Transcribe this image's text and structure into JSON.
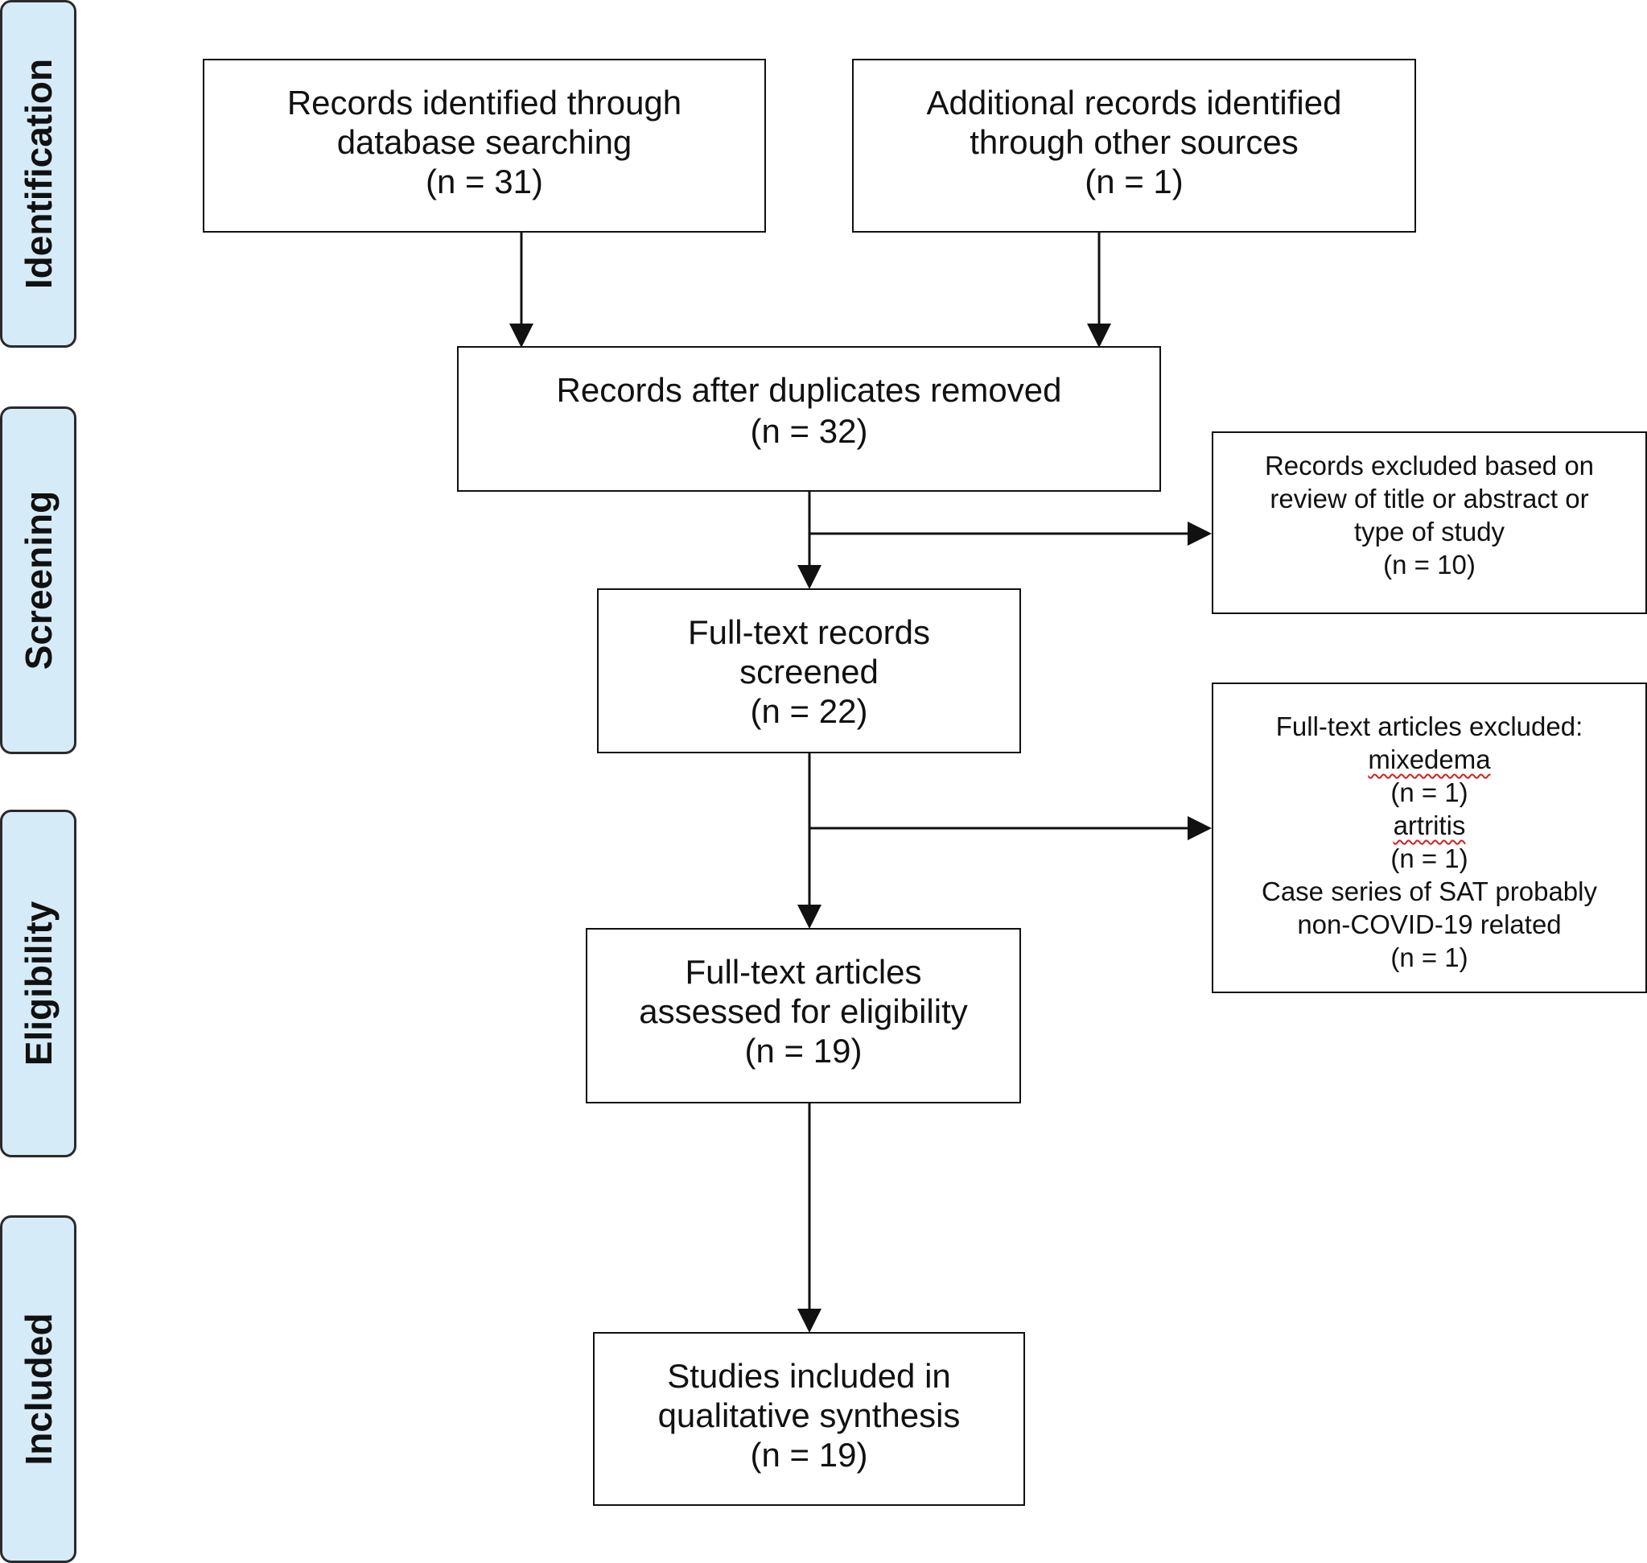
{
  "stages": {
    "identification": "Identification",
    "screening": "Screening",
    "eligibility": "Eligibility",
    "included": "Included"
  },
  "boxes": {
    "database_search": {
      "line1": "Records identified through",
      "line2": "database searching",
      "count": "(n = 31)"
    },
    "other_sources": {
      "line1": "Additional records identified",
      "line2": "through other sources",
      "count": "(n = 1)"
    },
    "after_duplicates": {
      "line1": "Records after duplicates removed",
      "count": "(n = 32)"
    },
    "excluded_screening": {
      "line1": "Records excluded based on",
      "line2": "review of title or abstract or",
      "line3": "type of study",
      "count": "(n = 10)"
    },
    "fulltext_screened": {
      "line1": "Full-text records",
      "line2": "screened",
      "count": "(n =  22)"
    },
    "excluded_fulltext": {
      "heading": "Full-text articles excluded:",
      "reason1": "mixedema",
      "count1": "(n = 1)",
      "reason2": "artritis",
      "count2": "(n = 1)",
      "reason3a": "Case series of SAT probably",
      "reason3b": "non-COVID-19 related",
      "count3": "(n = 1)"
    },
    "eligibility_assessed": {
      "line1": "Full-text articles",
      "line2": "assessed for eligibility",
      "count": "(n = 19)"
    },
    "included_studies": {
      "line1": "Studies included in",
      "line2": "qualitative synthesis",
      "count": "(n = 19)"
    }
  },
  "colors": {
    "stage_fill": "#d6ebf8",
    "stroke": "#111111",
    "spellcheck_underline": "#d32020"
  }
}
